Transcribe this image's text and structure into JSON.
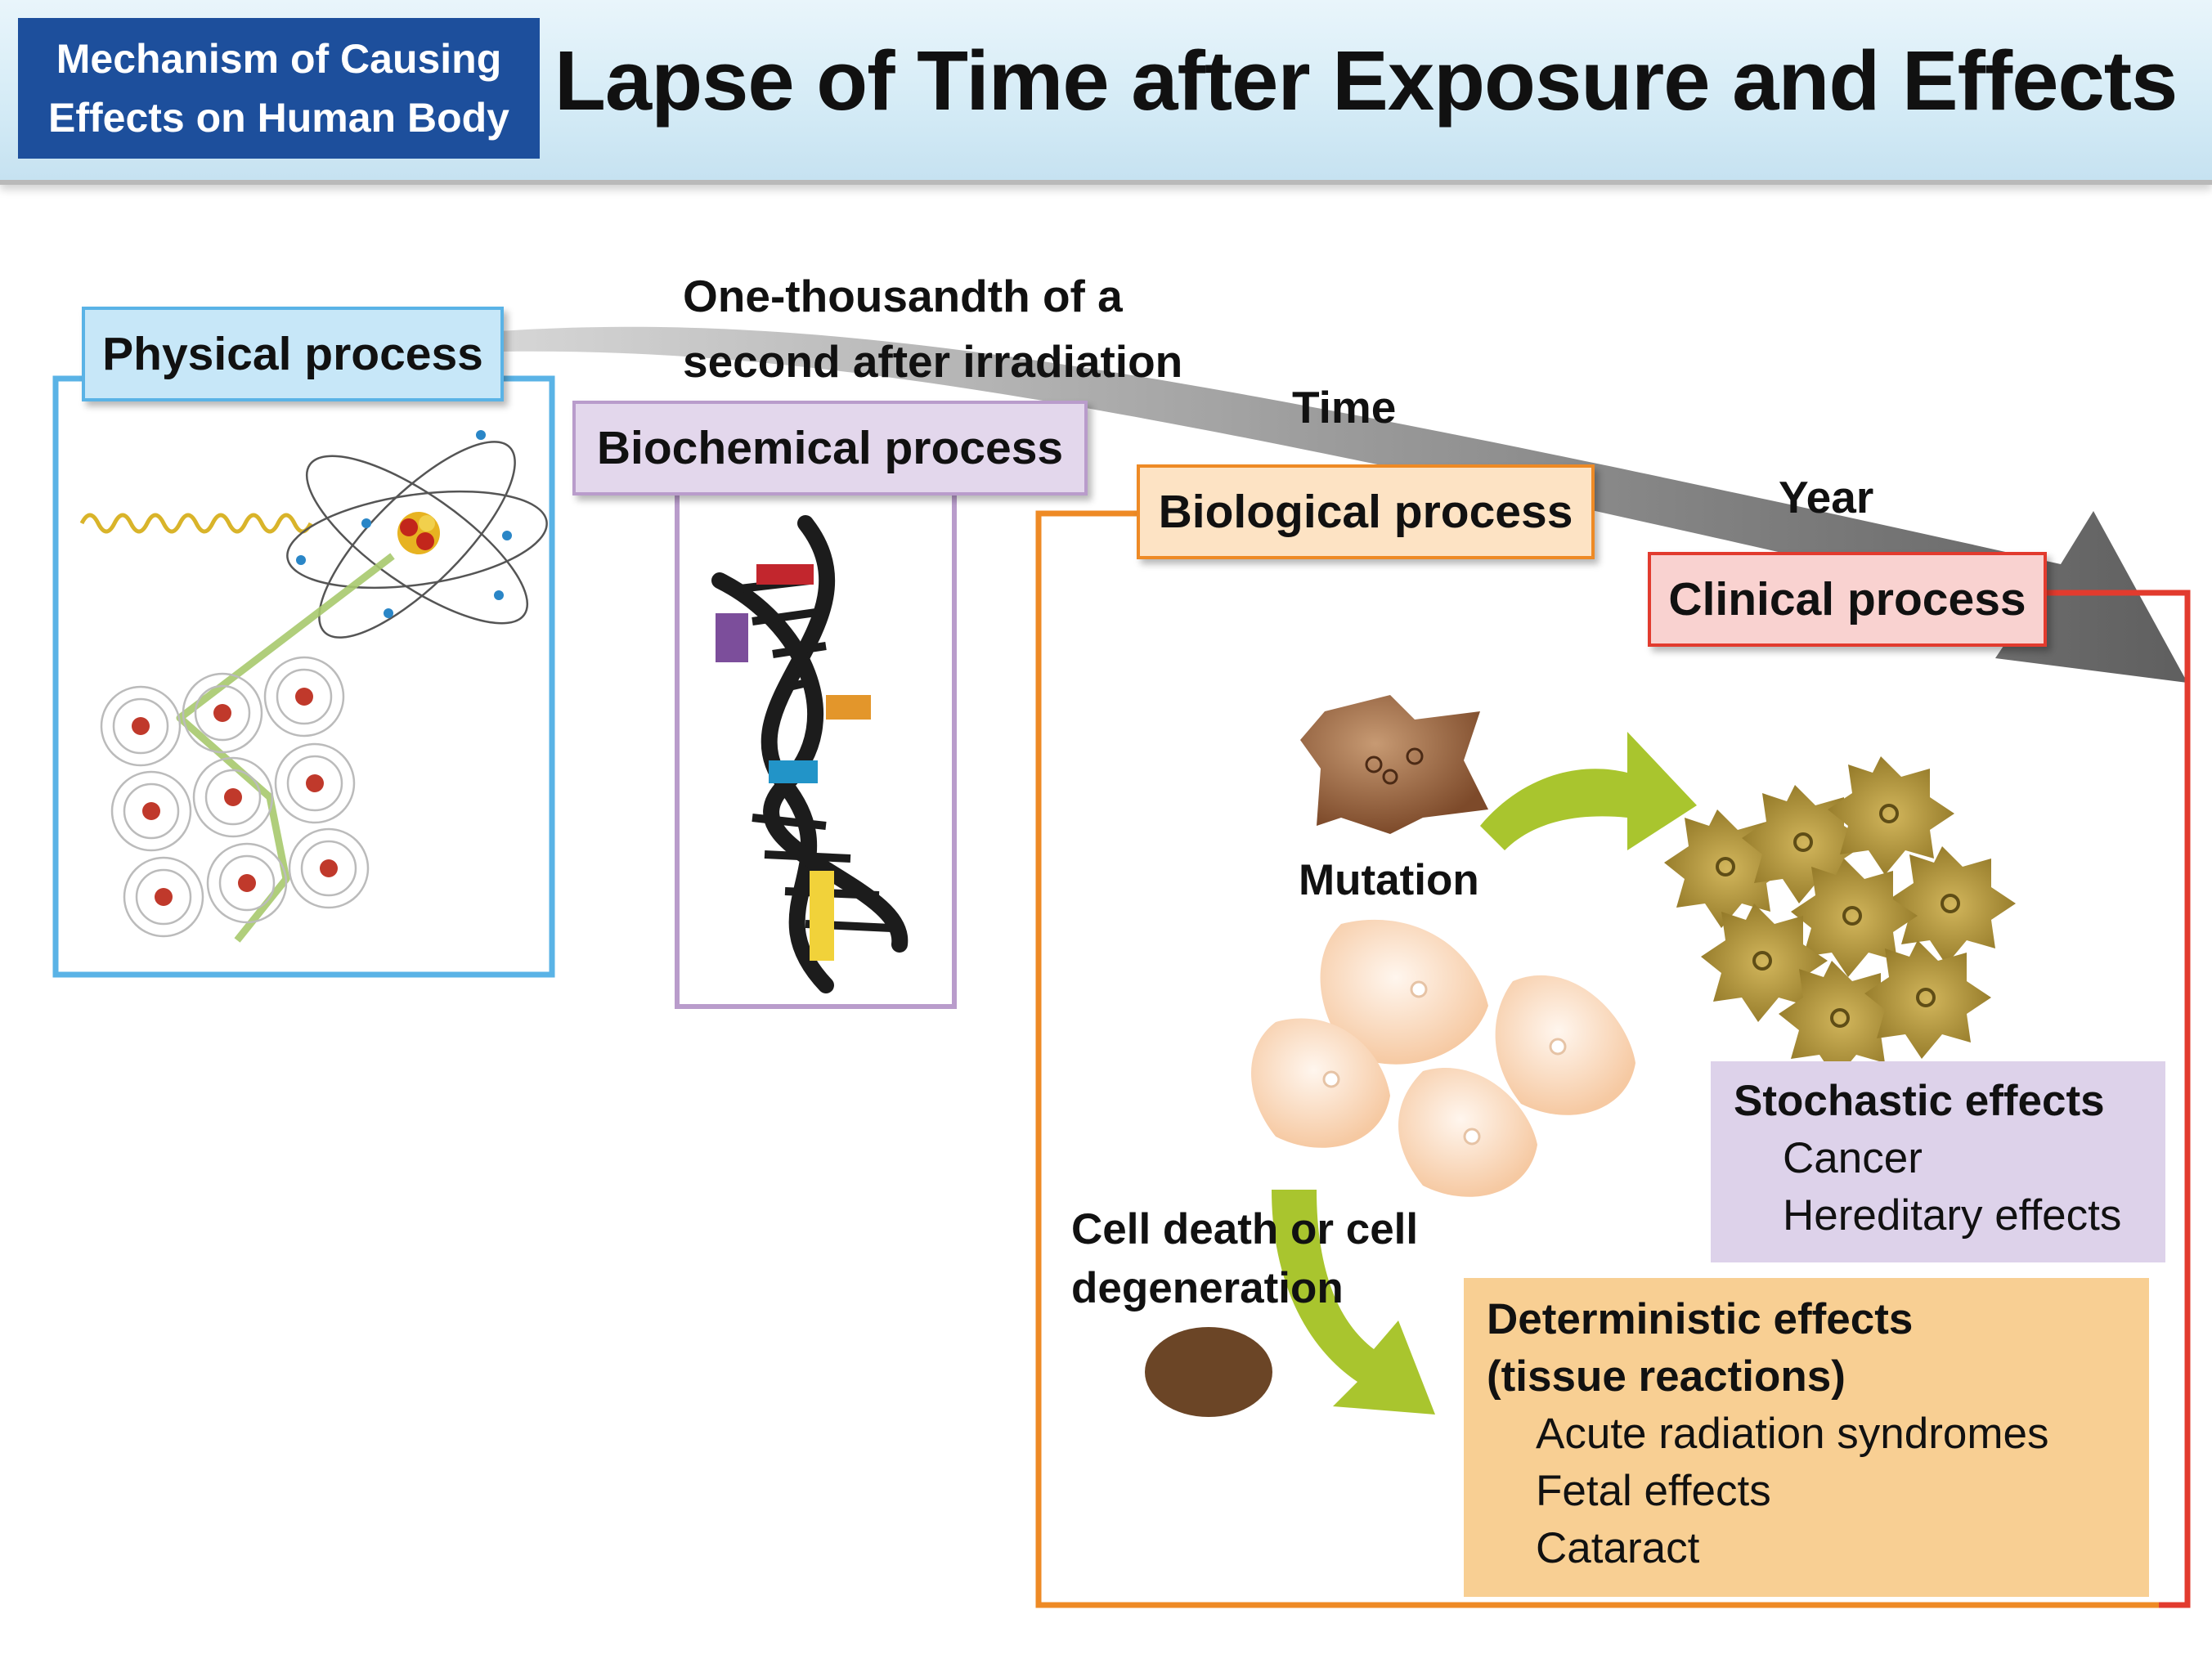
{
  "header": {
    "tag_line1": "Mechanism of Causing",
    "tag_line2": "Effects on Human Body",
    "title": "Lapse of Time after Exposure and Effects"
  },
  "timeline": {
    "time_note_line1": "One-thousandth of a",
    "time_note_line2": "second after irradiation",
    "time_label": "Time",
    "year_label": "Year"
  },
  "processes": {
    "physical": "Physical process",
    "biochemical": "Biochemical process",
    "biological": "Biological process",
    "clinical": "Clinical process"
  },
  "biological": {
    "mutation": "Mutation",
    "cell_death_line1": "Cell death or cell",
    "cell_death_line2": "degeneration"
  },
  "stochastic": {
    "heading": "Stochastic effects",
    "items": [
      "Cancer",
      "Hereditary effects"
    ]
  },
  "deterministic": {
    "heading_line1": "Deterministic effects",
    "heading_line2": "(tissue reactions)",
    "items": [
      "Acute radiation syndromes",
      "Fetal effects",
      "Cataract"
    ]
  },
  "colors": {
    "header_tag": "#1d4f9c",
    "physical_border": "#5ab3e6",
    "physical_fill": "#c7e7f8",
    "biochemical_border": "#b99ccb",
    "biochemical_fill": "#e3d7ec",
    "biological_border": "#ee8a25",
    "biological_fill": "#fde3c4",
    "clinical_border": "#e23b2e",
    "clinical_fill": "#f9d2d0",
    "stochastic_fill": "#ddd2ea",
    "deterministic_fill": "#f8cf93",
    "arrow_green": "#a9c52e",
    "timeline_gray": "#8a8a8a"
  }
}
